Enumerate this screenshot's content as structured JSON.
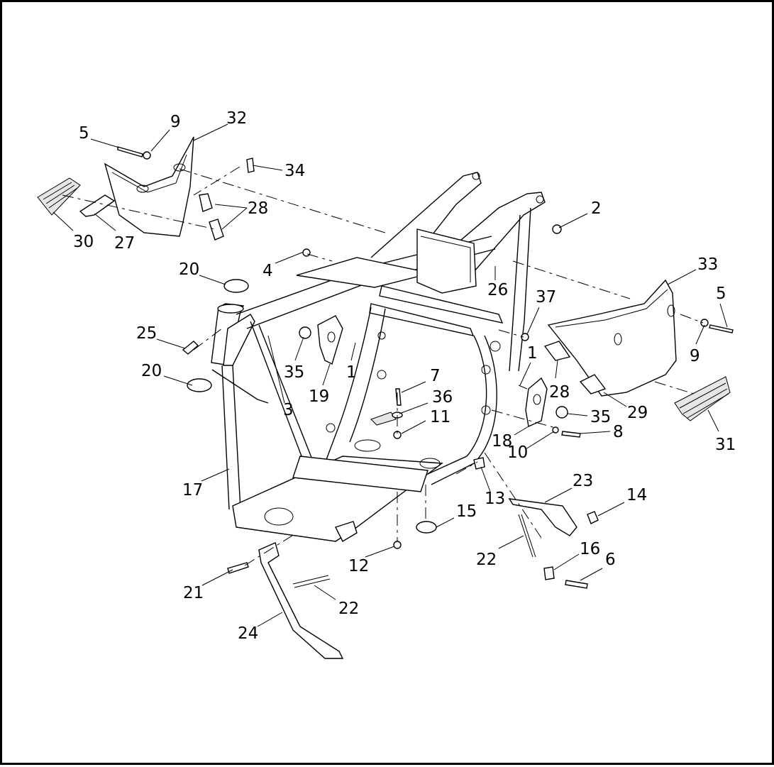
{
  "callouts": [
    {
      "id": "c5a",
      "text": "5"
    },
    {
      "id": "c9a",
      "text": "9"
    },
    {
      "id": "c32",
      "text": "32"
    },
    {
      "id": "c34",
      "text": "34"
    },
    {
      "id": "c28a",
      "text": "28"
    },
    {
      "id": "c30",
      "text": "30"
    },
    {
      "id": "c27",
      "text": "27"
    },
    {
      "id": "c2",
      "text": "2"
    },
    {
      "id": "c4",
      "text": "4"
    },
    {
      "id": "c20a",
      "text": "20"
    },
    {
      "id": "c33",
      "text": "33"
    },
    {
      "id": "c5b",
      "text": "5"
    },
    {
      "id": "c26",
      "text": "26"
    },
    {
      "id": "c37",
      "text": "37"
    },
    {
      "id": "c25",
      "text": "25"
    },
    {
      "id": "c1a",
      "text": "1"
    },
    {
      "id": "c9b",
      "text": "9"
    },
    {
      "id": "c35a",
      "text": "35"
    },
    {
      "id": "c1b",
      "text": "1"
    },
    {
      "id": "c20b",
      "text": "20"
    },
    {
      "id": "c7",
      "text": "7"
    },
    {
      "id": "c28b",
      "text": "28"
    },
    {
      "id": "c19",
      "text": "19"
    },
    {
      "id": "c36",
      "text": "36"
    },
    {
      "id": "c3",
      "text": "3"
    },
    {
      "id": "c11",
      "text": "11"
    },
    {
      "id": "c35b",
      "text": "35"
    },
    {
      "id": "c29",
      "text": "29"
    },
    {
      "id": "c8",
      "text": "8"
    },
    {
      "id": "c18",
      "text": "18"
    },
    {
      "id": "c10",
      "text": "10"
    },
    {
      "id": "c31",
      "text": "31"
    },
    {
      "id": "c23",
      "text": "23"
    },
    {
      "id": "c17",
      "text": "17"
    },
    {
      "id": "c14",
      "text": "14"
    },
    {
      "id": "c13",
      "text": "13"
    },
    {
      "id": "c15",
      "text": "15"
    },
    {
      "id": "c16",
      "text": "16"
    },
    {
      "id": "c6",
      "text": "6"
    },
    {
      "id": "c22a",
      "text": "22"
    },
    {
      "id": "c12",
      "text": "12"
    },
    {
      "id": "c21",
      "text": "21"
    },
    {
      "id": "c22b",
      "text": "22"
    },
    {
      "id": "c24",
      "text": "24"
    }
  ]
}
